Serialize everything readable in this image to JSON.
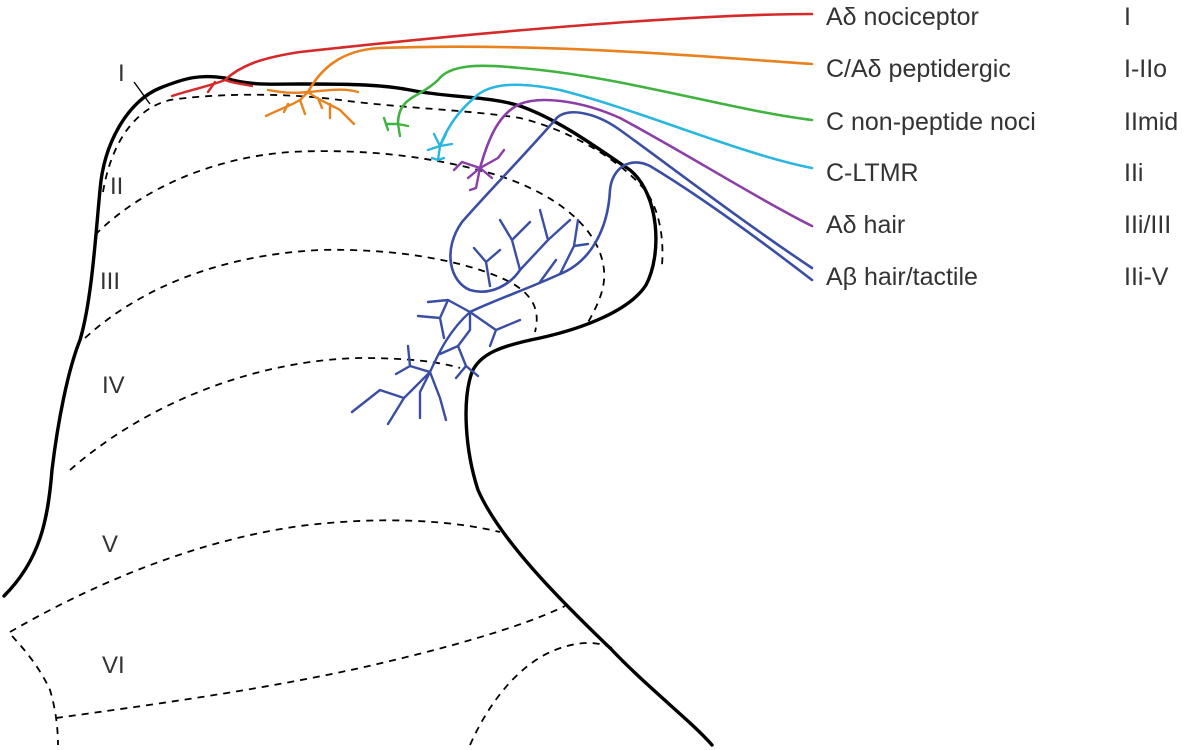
{
  "laminae": [
    {
      "id": "I",
      "label": "I"
    },
    {
      "id": "II",
      "label": "II"
    },
    {
      "id": "III",
      "label": "III"
    },
    {
      "id": "IV",
      "label": "IV"
    },
    {
      "id": "V",
      "label": "V"
    },
    {
      "id": "VI",
      "label": "VI"
    }
  ],
  "fibers": [
    {
      "id": "ad-nociceptor",
      "name": "Aδ nociceptor",
      "target": "I",
      "color": "#d42a2a"
    },
    {
      "id": "c-ad-peptidergic",
      "name": "C/Aδ peptidergic",
      "target": "I-IIo",
      "color": "#e8821e"
    },
    {
      "id": "c-non-peptide",
      "name": "C non-peptide noci",
      "target": "IImid",
      "color": "#3fb23f"
    },
    {
      "id": "c-ltmr",
      "name": "C-LTMR",
      "target": "IIi",
      "color": "#29b6e0"
    },
    {
      "id": "ad-hair",
      "name": "Aδ hair",
      "target": "IIi/III",
      "color": "#8b3fa6"
    },
    {
      "id": "ab-hair-tactile",
      "name": "Aβ hair/tactile",
      "target": "IIi-V",
      "color": "#3a4ea3"
    }
  ]
}
